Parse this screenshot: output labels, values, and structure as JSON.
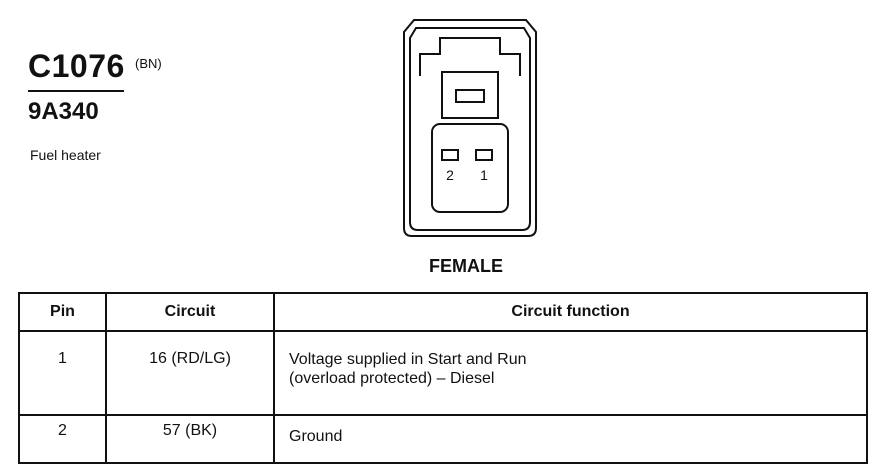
{
  "connector": {
    "id": "C1076",
    "color_code": "(BN)",
    "part_number": "9A340",
    "component": "Fuel heater"
  },
  "diagram": {
    "view": "FEMALE",
    "pin_labels": [
      "2",
      "1"
    ]
  },
  "table": {
    "headers": [
      "Pin",
      "Circuit",
      "Circuit function"
    ],
    "rows": [
      {
        "pin": "1",
        "circuit": "16 (RD/LG)",
        "function": [
          "Voltage supplied in Start and Run",
          "(overload protected) – Diesel"
        ]
      },
      {
        "pin": "2",
        "circuit": "57 (BK)",
        "function": [
          "Ground"
        ]
      }
    ]
  }
}
